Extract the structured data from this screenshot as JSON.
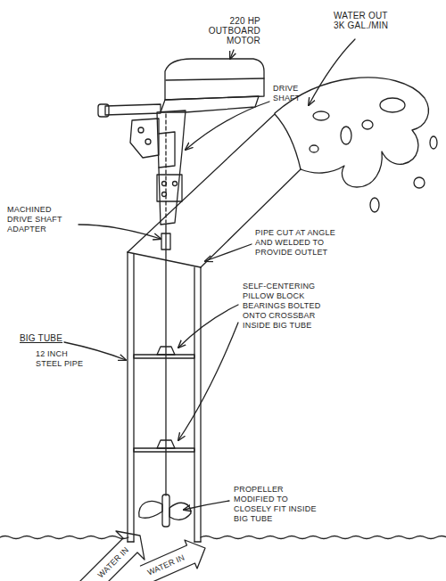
{
  "diagram": {
    "labels": [
      "220 HP OUTBOARD MOTOR",
      "WATER OUT 3K GAL./MIN",
      "DRIVE SHAFT",
      "MACHINED DRIVE SHAFT ADAPTER",
      "PIPE CUT AT ANGLE AND WELDED TO PROVIDE OUTLET",
      "SELF-CENTERING PILLOW BLOCK BEARINGS BOLTED ONTO CROSSBAR INSIDE BIG TUBE",
      "BIG TUBE",
      "12 INCH STEEL PIPE",
      "PROPELLER MODIFIED TO CLOSELY FIT INSIDE BIG TUBE",
      "WATER IN",
      "WATER IN"
    ]
  }
}
